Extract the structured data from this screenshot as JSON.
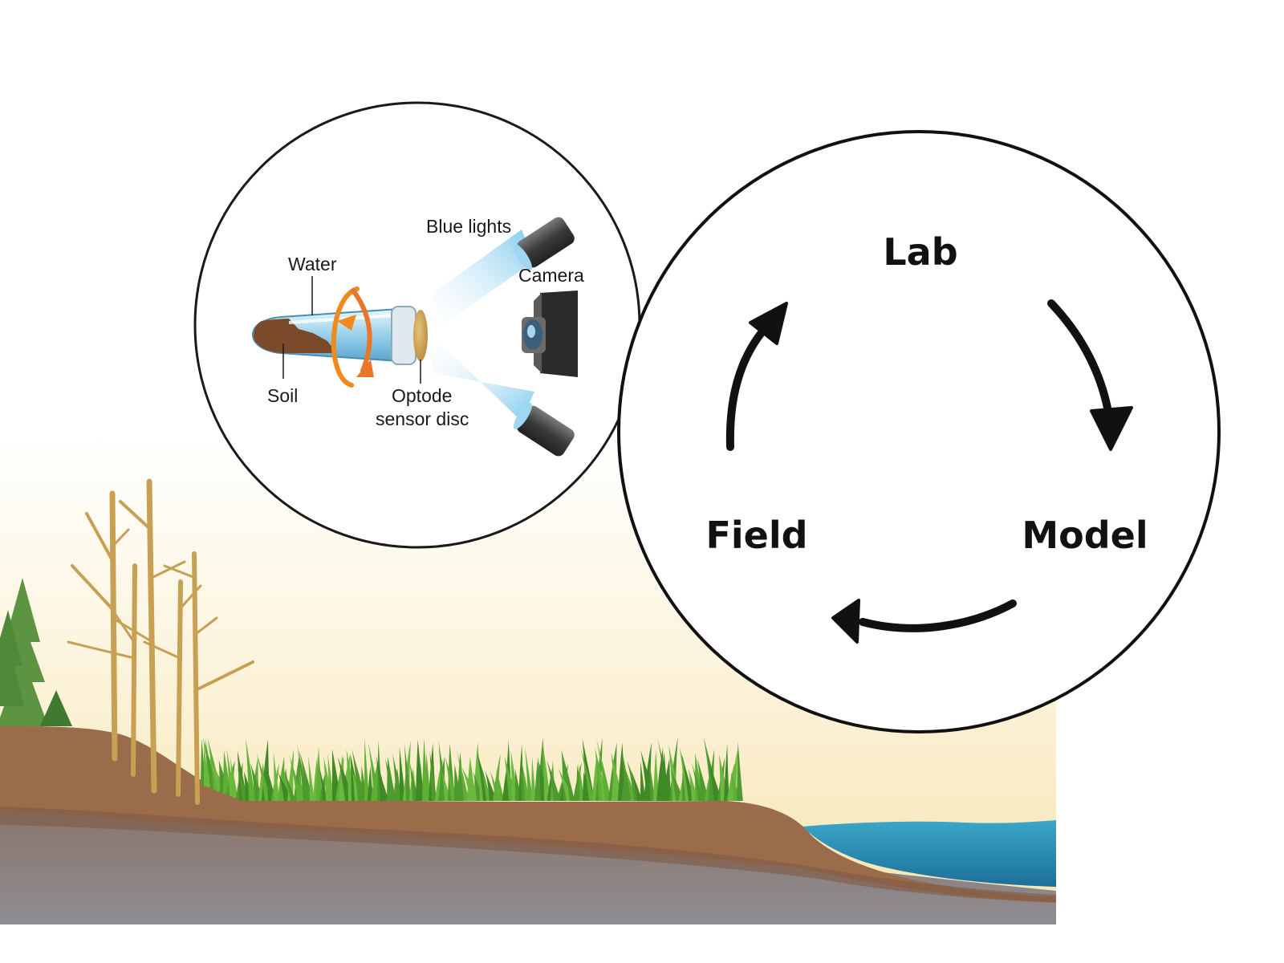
{
  "diagram": {
    "inset": {
      "labels": {
        "blue_lights": "Blue lights",
        "water": "Water",
        "camera": "Camera",
        "soil": "Soil",
        "optode_line1": "Optode",
        "optode_line2": "sensor disc"
      }
    },
    "cycle": {
      "nodes": {
        "lab": "Lab",
        "model": "Model",
        "field": "Field"
      },
      "edges": [
        {
          "from": "Lab",
          "to": "Model"
        },
        {
          "from": "Model",
          "to": "Field"
        },
        {
          "from": "Field",
          "to": "Lab"
        }
      ]
    },
    "colors": {
      "sky_top": "#ffffff",
      "sky_bottom": "#f7e8b8",
      "soil_brown": "#9a6a48",
      "bedrock": "#8c8a8f",
      "water": "#2c93b8",
      "grass": "#4f9a2e",
      "dead_tree": "#c8a054",
      "conifer": "#4e8a3a",
      "light_beam": "#7ec8ec",
      "rotation_arrow": "#f08a1c"
    }
  }
}
